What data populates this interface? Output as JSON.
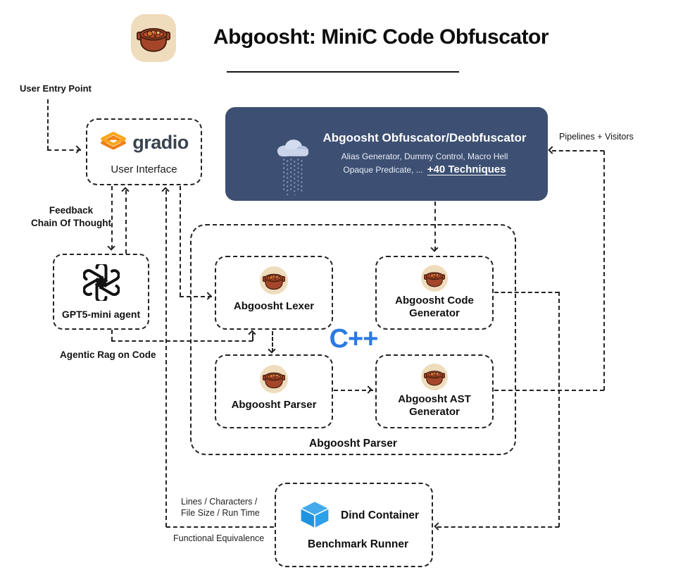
{
  "header": {
    "title": "Abgoosht: MiniC Code Obfuscator"
  },
  "nodes": {
    "gradio": {
      "brand": "gradio",
      "subtitle": "User Interface"
    },
    "obfuscator": {
      "title": "Abgoosht Obfuscator/Deobfuscator",
      "techniques_line1": "Alias Generator, Dummy Control, Macro Hell",
      "techniques_line2_prefix": "Opaque Predicate, ...",
      "techniques_link": "+40 Techniques"
    },
    "gpt_agent": {
      "label": "GPT5-mini agent"
    },
    "lexer": {
      "label": "Abgoosht Lexer"
    },
    "code_generator": {
      "line1": "Abgoosht Code",
      "line2": "Generator"
    },
    "parser": {
      "label": "Abgoosht Parser"
    },
    "ast_generator": {
      "line1": "Abgoosht AST",
      "line2": "Generator"
    },
    "parser_container": {
      "label": "Abgoosht Parser"
    },
    "language_badge": "C++",
    "benchmark": {
      "title": "Dind Container",
      "subtitle": "Benchmark Runner"
    }
  },
  "edge_labels": {
    "user_entry": "User Entry Point",
    "feedback_line1": "Feedback",
    "feedback_line2": "Chain Of Thought",
    "agentic_rag": "Agentic Rag on Code",
    "pipelines_visitors": "Pipelines + Visitors",
    "metrics_line1": "Lines / Characters /",
    "metrics_line2": "File Size / Run Time",
    "functional_equivalence": "Functional Equivalence"
  },
  "icons": [
    "abgoosht-pot-icon",
    "gradio-logo-icon",
    "openai-logo-icon",
    "rain-cloud-icon",
    "container-cube-icon"
  ],
  "colors": {
    "obfuscator_bg": "#3d5073",
    "accent_blue": "#2b7ae2",
    "cube_blue": "#2da0e8",
    "gradio_orange": "#f9a61c",
    "pot_beige": "#efdcbd",
    "pot_red": "#a5462b",
    "line": "#232323"
  }
}
